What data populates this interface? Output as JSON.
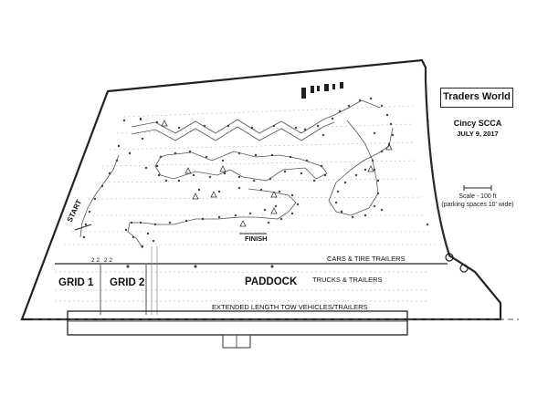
{
  "venue": {
    "name": "Traders World"
  },
  "event": {
    "org": "Cincy SCCA",
    "date": "JULY 9, 2017"
  },
  "scale": {
    "label": "Scale - 100 ft",
    "note": "(parking spaces 10' wide)"
  },
  "course": {
    "start_label": "START",
    "finish_label": "FINISH"
  },
  "areas": {
    "grid1": "GRID 1",
    "grid2": "GRID 2",
    "paddock": "PADDOCK",
    "cars_trailers": "CARS & TIRE TRAILERS",
    "trucks_trailers": "TRUCKS & TRAILERS",
    "extended": "EXTENDED LENGTH TOW VEHICLES/TRAILERS"
  },
  "grid_numbers": {
    "grid1_num": "2 2",
    "grid2_num": "2 2"
  },
  "colors": {
    "ink": "#222222",
    "cone": "#555555",
    "lines": "#bbbbbb"
  }
}
